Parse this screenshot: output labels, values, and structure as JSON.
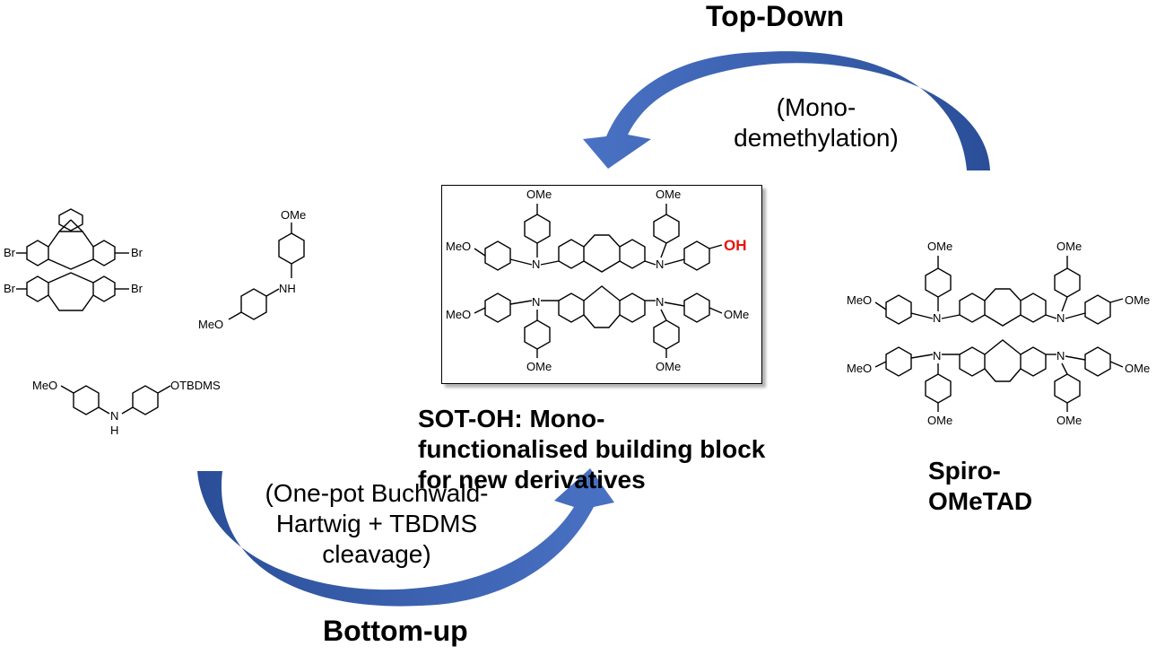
{
  "titles": {
    "top": "Top-Down",
    "bottom": "Bottom-up"
  },
  "arrow_labels": {
    "top_line1": "(Mono-",
    "top_line2": "demethylation)",
    "bottom_line1": "(One-pot Buchwald-",
    "bottom_line2": "Hartwig + TBDMS",
    "bottom_line3": "cleavage)"
  },
  "captions": {
    "center_line1": "SOT-OH: Mono-",
    "center_line2": "functionalised building block",
    "center_line3": "for new derivatives",
    "right_line1": "Spiro-",
    "right_line2": "OMeTAD"
  },
  "atom_labels": {
    "br": "Br",
    "ome": "OMe",
    "meo": "MeO",
    "n": "N",
    "nh": "NH",
    "h": "H",
    "otbdms": "OTBDMS",
    "oh": "OH"
  },
  "colors": {
    "arrow": "#3b63b8",
    "arrow_dark": "#274a94",
    "highlight": "#e8140c",
    "text": "#000000"
  }
}
